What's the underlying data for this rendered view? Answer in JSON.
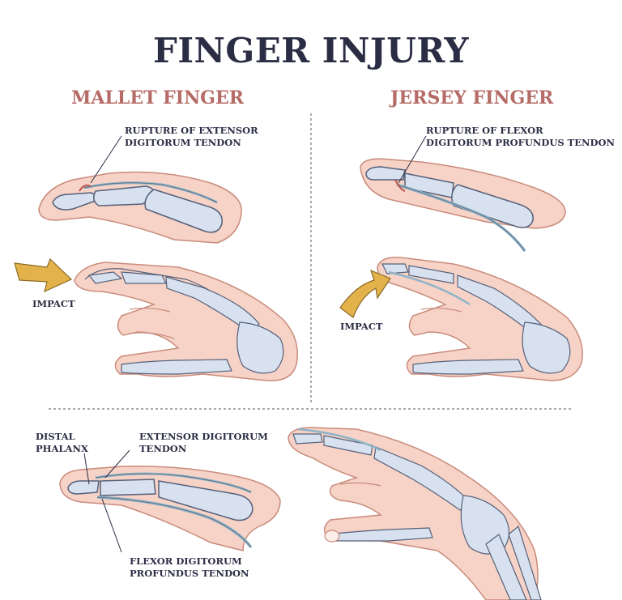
{
  "title": "FINGER INJURY",
  "sections": {
    "mallet": {
      "title": "MALLET FINGER",
      "rupture_label_line1": "RUPTURE OF EXTENSOR",
      "rupture_label_line2": "DIGITORUM TENDON",
      "impact_label": "IMPACT"
    },
    "jersey": {
      "title": "JERSEY FINGER",
      "rupture_label_line1": "RUPTURE OF FLEXOR",
      "rupture_label_line2": "DIGITORUM PROFUNDUS TENDON",
      "impact_label": "IMPACT"
    },
    "anatomy": {
      "distal_label_line1": "DISTAL",
      "distal_label_line2": "PHALANX",
      "extensor_label_line1": "EXTENSOR DIGITORUM",
      "extensor_label_line2": "TENDON",
      "flexor_label_line1": "FLEXOR DIGITORUM",
      "flexor_label_line2": "PROFUNDUS TENDON"
    }
  },
  "colors": {
    "title": "#2b2d45",
    "section_title": "#b56b66",
    "skin": "#f6d3c6",
    "skin_outline": "#c98b7b",
    "bone": "#d7e1ef",
    "bone_outline": "#56607a",
    "tendon": "#8fb3c7",
    "arrow": "#e3b24a"
  }
}
